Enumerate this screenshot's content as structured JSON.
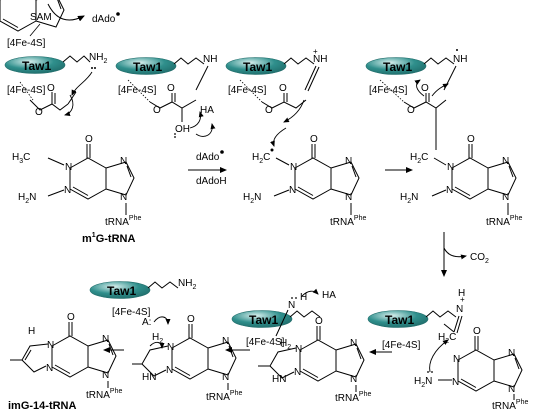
{
  "enzyme": {
    "name": "Taw1",
    "cluster": "[4Fe-4S]",
    "pill_color": "#2f8f8c",
    "pill_highlight": "#d8f0ee"
  },
  "reagents": {
    "sam": "SAM",
    "dado_radical": "dAdo",
    "dado_h": "dAdoH",
    "ha": "HA",
    "co2": "CO",
    "co2_sub": "2",
    "base_a": "A:"
  },
  "substituents": {
    "nh2": "NH",
    "nh2_sub": "2",
    "nh": "NH",
    "oh": "OH",
    "o": "O",
    "n": "N",
    "h": "H",
    "h2": "H",
    "h2_sub": "2",
    "h2c": "H",
    "h2c_sub": "2",
    "h2c_c": "C",
    "h3c": "H",
    "h3c_sub": "3",
    "h3c_c": "C",
    "h2n": "H",
    "h2n_sub": "2",
    "h2n_n": "N",
    "plus": "+",
    "trna": "tRNA",
    "phe": "Phe"
  },
  "compounds": {
    "m1g_prefix": "m",
    "m1g_sup": "1",
    "m1g_suffix": "G-tRNA",
    "img14": "imG-14-tRNA"
  }
}
